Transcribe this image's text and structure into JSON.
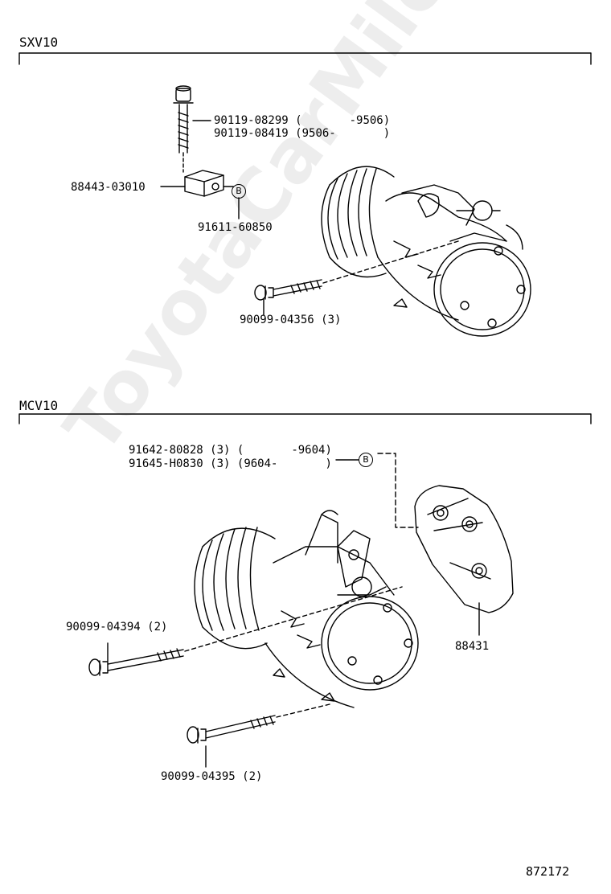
{
  "sections": {
    "sxv10": {
      "title": "SXV10",
      "parts": [
        {
          "number": "90119-08299",
          "range": "(       -9506)"
        },
        {
          "number": "90119-08419",
          "range": "(9506-       )"
        },
        {
          "number": "88443-03010"
        },
        {
          "number": "91611-60850"
        },
        {
          "number": "90099-04356",
          "qty": "(3)"
        }
      ],
      "ref_mark": "B"
    },
    "mcv10": {
      "title": "MCV10",
      "parts": [
        {
          "number": "91642-80828",
          "qty": "(3)",
          "range": "(       -9604)"
        },
        {
          "number": "91645-H0830",
          "qty": "(3)",
          "range": "(9604-       )"
        },
        {
          "number": "90099-04394",
          "qty": "(2)"
        },
        {
          "number": "88431"
        },
        {
          "number": "90099-04395",
          "qty": "(2)"
        }
      ],
      "ref_mark": "B"
    }
  },
  "diagram_id": "872172",
  "watermark": "ToyotaCarMiles.ru"
}
